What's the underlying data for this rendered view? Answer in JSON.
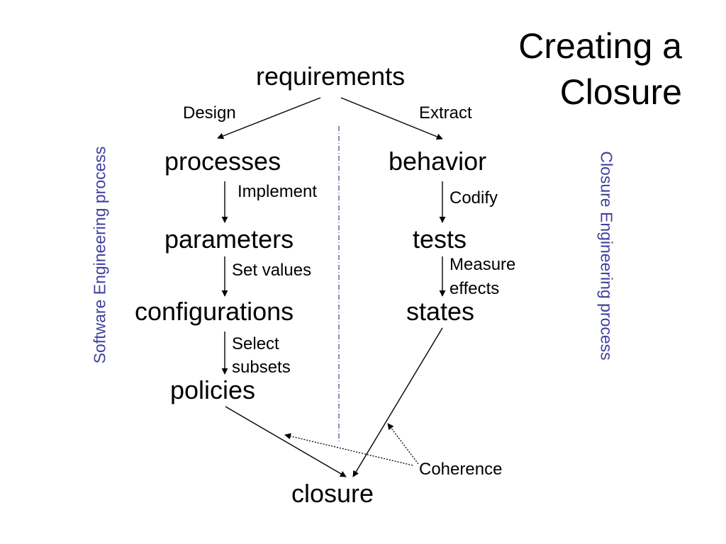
{
  "title": {
    "line1": "Creating a",
    "line2": "Closure"
  },
  "nodes": {
    "requirements": "requirements",
    "processes": "processes",
    "parameters": "parameters",
    "configurations": "configurations",
    "policies": "policies",
    "behavior": "behavior",
    "tests": "tests",
    "states": "states",
    "closure": "closure"
  },
  "edge_labels": {
    "design": "Design",
    "extract": "Extract",
    "implement": "Implement",
    "set_values": "Set values",
    "select_subsets_1": "Select",
    "select_subsets_2": "subsets",
    "codify": "Codify",
    "measure_effects_1": "Measure",
    "measure_effects_2": "effects",
    "coherence": "Coherence"
  },
  "side_labels": {
    "left": "Software Engineering process",
    "right": "Closure Engineering process"
  },
  "colors": {
    "side_label": "#3f3f9e",
    "divider": "#3f3f9e",
    "text": "#000000"
  }
}
